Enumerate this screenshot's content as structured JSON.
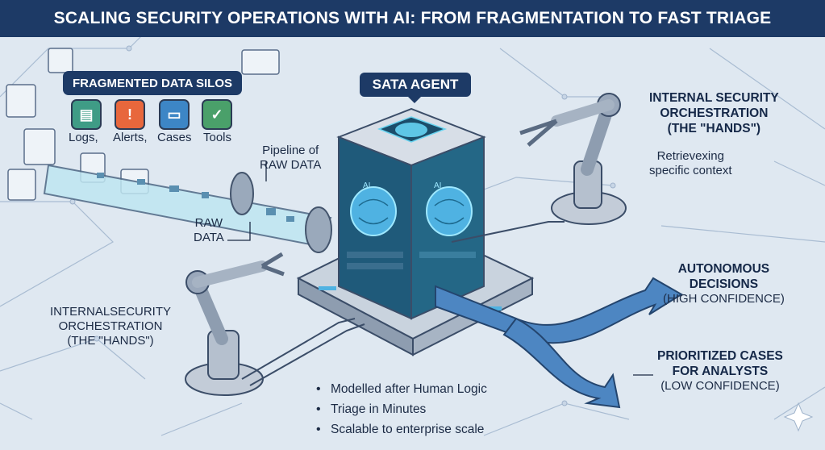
{
  "title": "SCALING SECURITY OPERATIONS WITH AI: FROM FRAGMENTATION TO FAST TRIAGE",
  "silos": {
    "title": "FRAGMENTED DATA SILOS",
    "items": [
      {
        "label": "Logs,",
        "icon": "database-icon",
        "color": "#3f9c86"
      },
      {
        "label": "Alerts,",
        "icon": "warning-icon",
        "color": "#e8673c"
      },
      {
        "label": "Cases",
        "icon": "folder-icon",
        "color": "#3d86c6"
      },
      {
        "label": "Tools",
        "icon": "wrench-icon",
        "color": "#4aa06a"
      }
    ]
  },
  "agent": {
    "title": "SATA AGENT",
    "screen_text": "AI"
  },
  "pipeline": {
    "line1": "Pipeline of",
    "line2": "RAW DATA"
  },
  "raw_data": {
    "line1": "RAW",
    "line2": "DATA"
  },
  "orchestration_right": {
    "line1": "INTERNAL SECURITY",
    "line2": "ORCHESTRATION",
    "line3": "(THE \"HANDS\")"
  },
  "context": {
    "line1": "Retrievexing",
    "line2": "specific context"
  },
  "orchestration_left": {
    "line1": "INTERNALSECURITY",
    "line2": "ORCHESTRATION",
    "line3": "(THE \"HANDS\")"
  },
  "autonomous": {
    "line1": "AUTONOMOUS",
    "line2": "DECISIONS",
    "line3": "(HIGH CONFIDENCE)"
  },
  "prioritized": {
    "line1": "PRIORITIZED CASES",
    "line2": "FOR ANALYSTS",
    "line3": "(LOW CONFIDENCE)"
  },
  "bullets": [
    "Modelled after Human Logic",
    "Triage in Minutes",
    "Scalable to enterprise scale"
  ],
  "colors": {
    "banner": "#1d3a66",
    "background": "#dfe8f1",
    "flow": "#4d86c2",
    "screen": "#1f5a7a"
  }
}
